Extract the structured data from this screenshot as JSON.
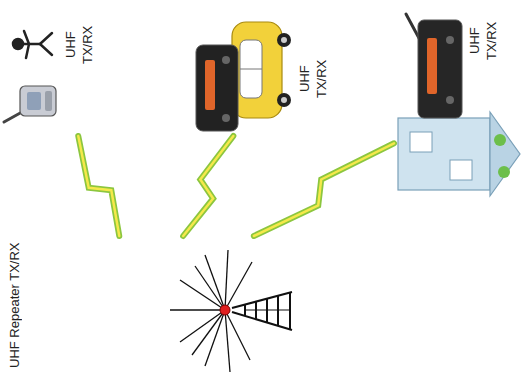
{
  "diagram": {
    "nodes": [
      {
        "text": [
          "UHF Repeater TX/RX"
        ]
      },
      {
        "text": [
          "UHF TX/RX"
        ]
      },
      {
        "text": [
          "UHF TX/RX"
        ]
      },
      {
        "text": [
          "UHF TX/RX"
        ]
      }
    ],
    "edges": [
      {
        "from": 0,
        "to": 1,
        "arrow": "none"
      },
      {
        "from": 0,
        "to": 2,
        "arrow": "none"
      },
      {
        "from": 0,
        "to": 3,
        "arrow": "none"
      }
    ]
  }
}
